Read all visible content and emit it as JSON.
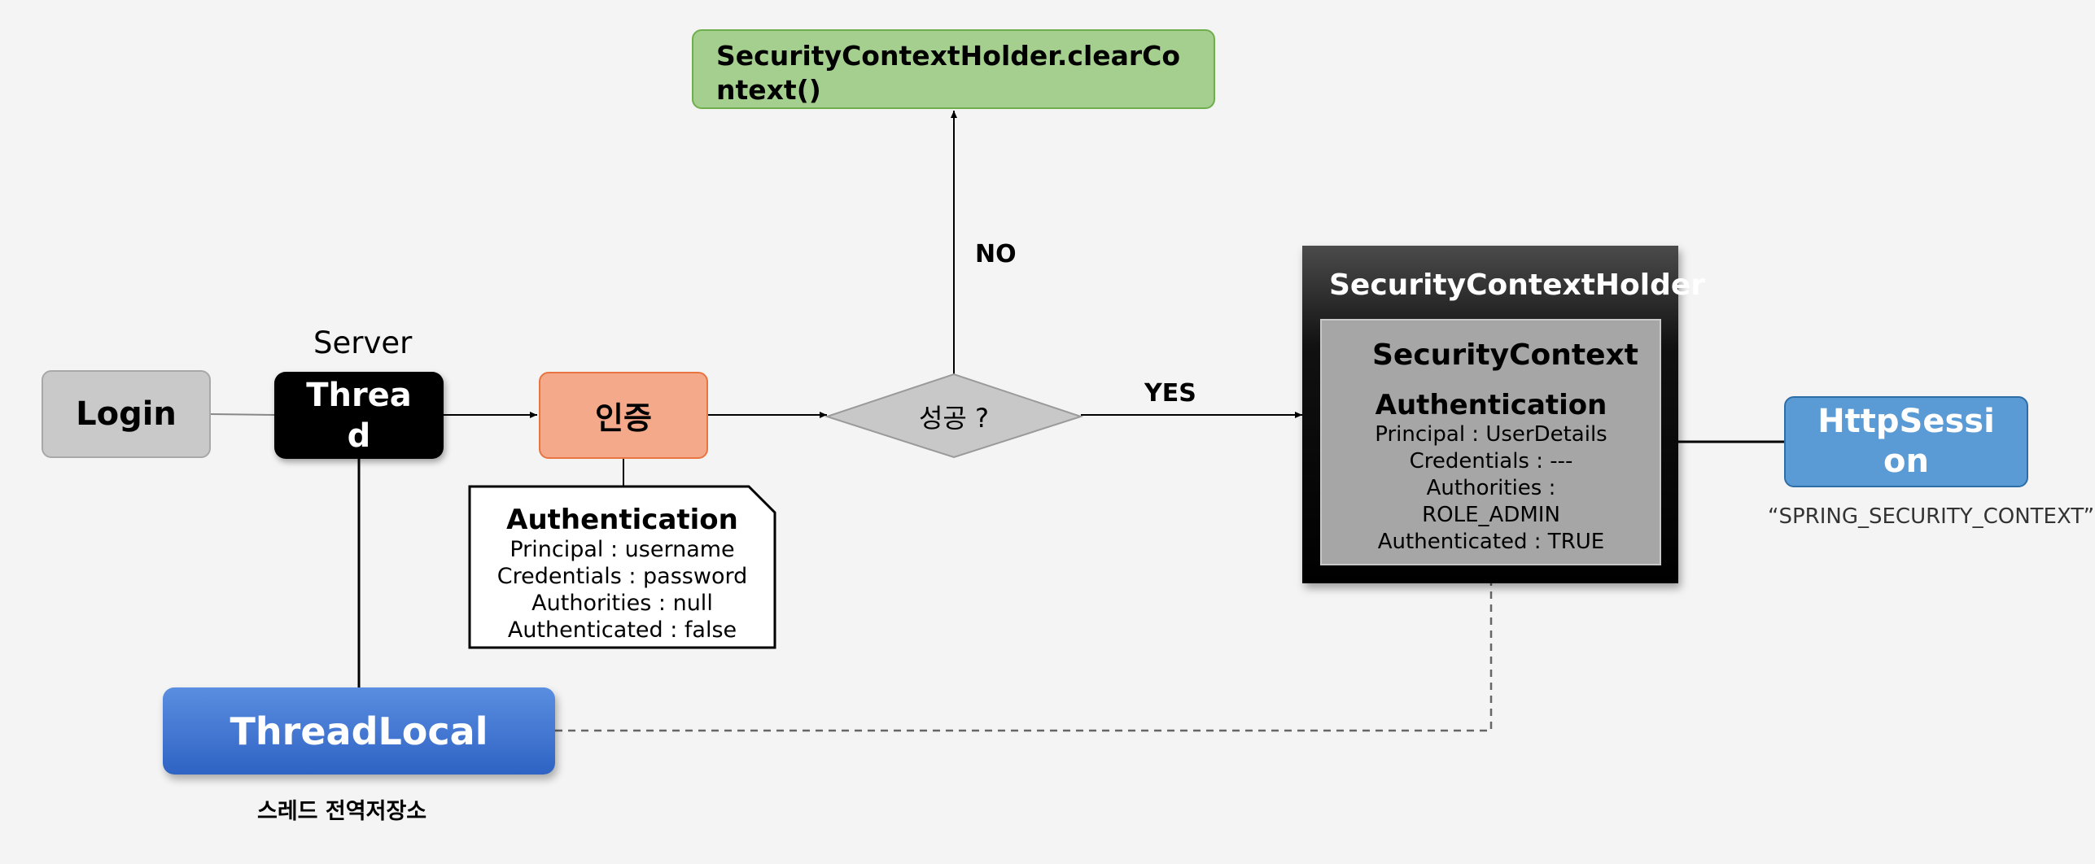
{
  "login": {
    "label": "Login"
  },
  "server": {
    "label": "Server"
  },
  "thread": {
    "label": "Thread"
  },
  "auth_process": {
    "label": "인증"
  },
  "decision": {
    "label": "성공 ?"
  },
  "clear_context": {
    "label": "SecurityContextHolder.clearContext()"
  },
  "edges": {
    "no": "NO",
    "yes": "YES"
  },
  "auth_note": {
    "title": "Authentication",
    "principal": "Principal : username",
    "credentials": "Credentials : password",
    "authorities": "Authorities : null",
    "authenticated": "Authenticated : false"
  },
  "holder": {
    "title": "SecurityContextHolder",
    "context_title": "SecurityContext",
    "auth": {
      "title": "Authentication",
      "principal": "Principal : UserDetails",
      "credentials": "Credentials : ---",
      "authorities": "Authorities :",
      "role": "ROLE_ADMIN",
      "authenticated": "Authenticated : TRUE"
    }
  },
  "session": {
    "label": "HttpSession",
    "key": "“SPRING_SECURITY_CONTEXT”"
  },
  "threadlocal": {
    "label": "ThreadLocal",
    "caption": "스레드 전역저장소"
  },
  "colors": {
    "login": "#c9c9c9",
    "thread": "#000000",
    "auth_process": "#f4a98a",
    "clear_context": "#a5cf8e",
    "decision": "#c8c8c8",
    "session": "#5b9bd5",
    "threadlocal": "#2f63c4"
  }
}
